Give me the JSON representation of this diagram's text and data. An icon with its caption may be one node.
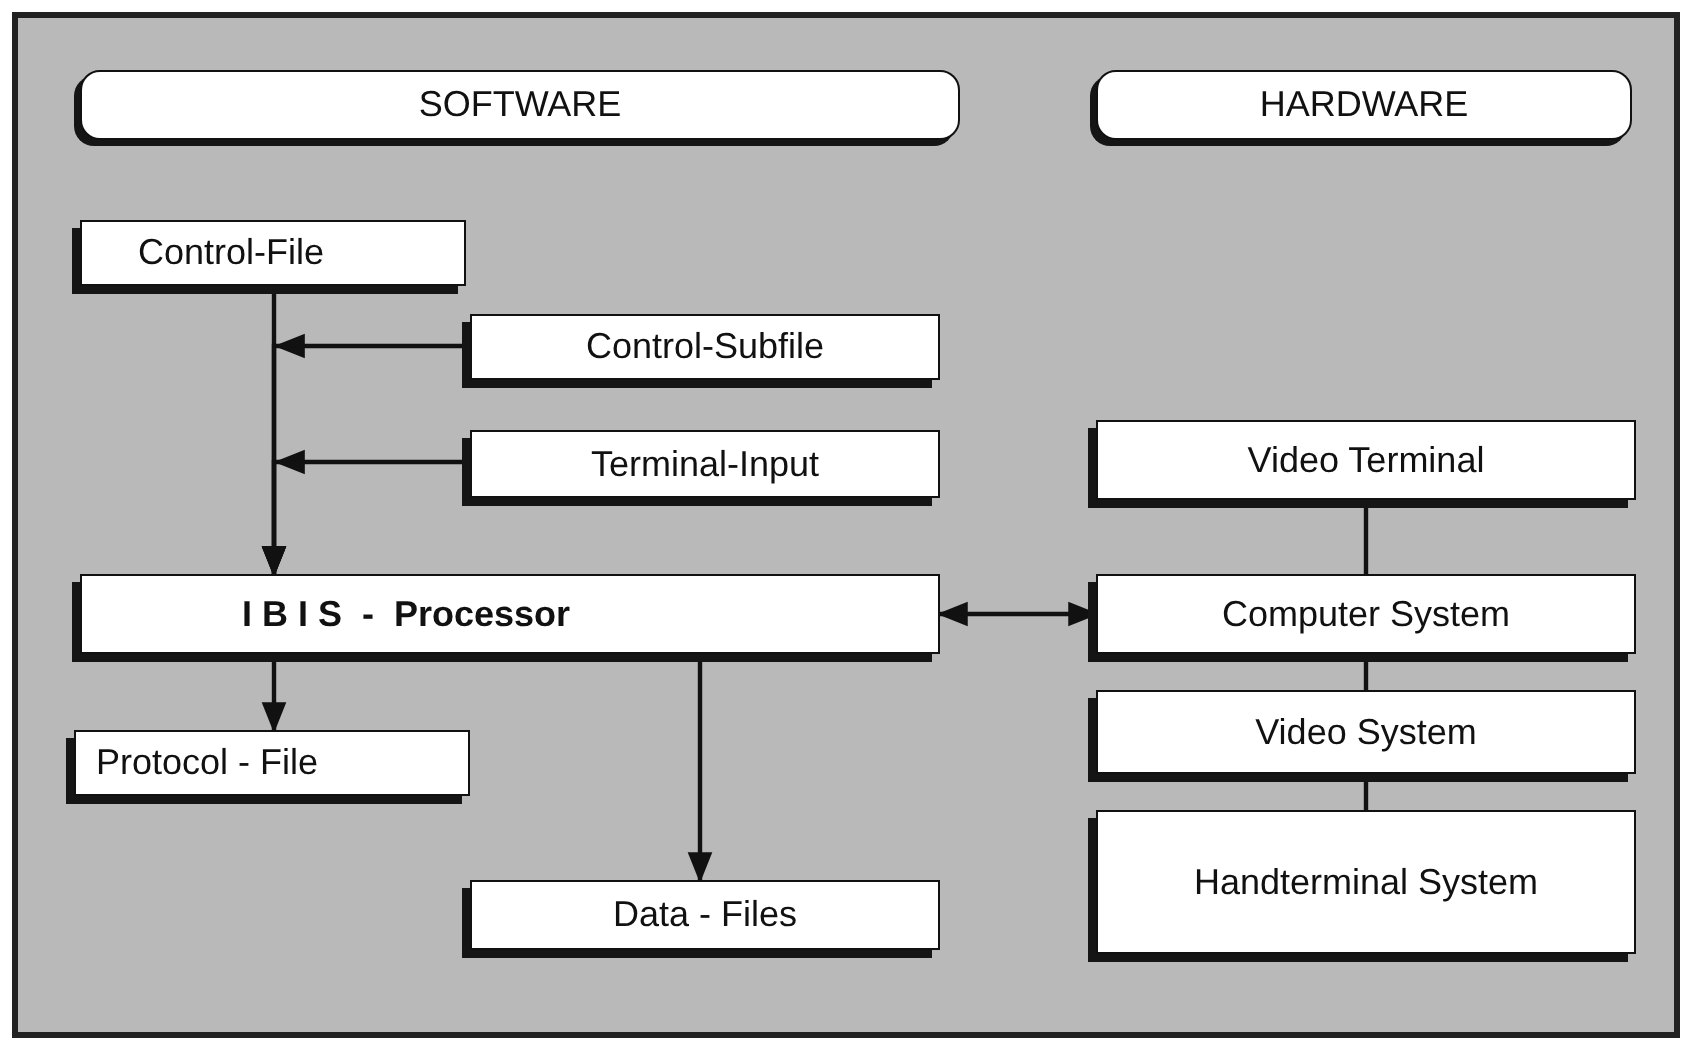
{
  "diagram": {
    "nodes": [
      {
        "text": [
          "SOFTWARE"
        ]
      },
      {
        "text": [
          "HARDWARE"
        ]
      },
      {
        "text": [
          "Control-File"
        ]
      },
      {
        "text": [
          "Control-Subfile"
        ]
      },
      {
        "text": [
          "Terminal-Input"
        ]
      },
      {
        "text": [
          "I B I S  -  Processor"
        ]
      },
      {
        "text": [
          "Video Terminal"
        ]
      },
      {
        "text": [
          "Computer System"
        ]
      },
      {
        "text": [
          "Protocol - File"
        ]
      },
      {
        "text": [
          "Video System"
        ]
      },
      {
        "text": [
          "Data - Files"
        ]
      },
      {
        "text": [
          "Handterminal System"
        ]
      }
    ],
    "edges": [
      {
        "from": 2,
        "to": 5,
        "arrow": "to"
      },
      {
        "from": 3,
        "to": 5,
        "arrow": "to"
      },
      {
        "from": 4,
        "to": 5,
        "arrow": "to"
      },
      {
        "from": 5,
        "to": 7,
        "arrow": "both"
      },
      {
        "from": 6,
        "to": 7,
        "arrow": "none"
      },
      {
        "from": 7,
        "to": 9,
        "arrow": "none"
      },
      {
        "from": 9,
        "to": 11,
        "arrow": "none"
      },
      {
        "from": 5,
        "to": 8,
        "arrow": "to"
      },
      {
        "from": 5,
        "to": 10,
        "arrow": "to"
      }
    ]
  }
}
